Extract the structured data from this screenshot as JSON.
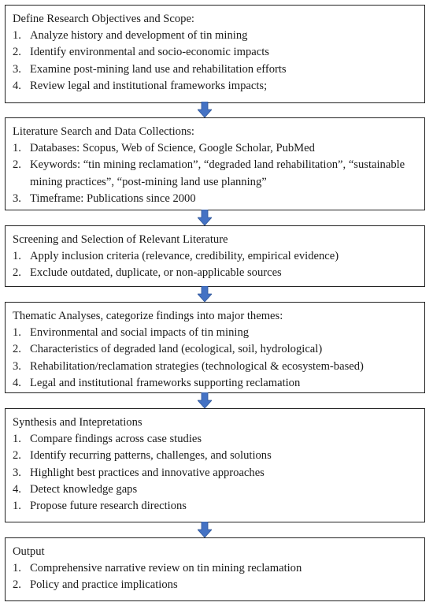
{
  "colors": {
    "arrow": "#4472c4",
    "arrow_outline": "#2f5597",
    "border": "#222222",
    "text": "#1a1a1a"
  },
  "steps": [
    {
      "title": "Define Research Objectives and Scope:",
      "items": [
        {
          "num": "1.",
          "text": "Analyze history and development of tin mining"
        },
        {
          "num": "2.",
          "text": "Identify environmental and socio-economic impacts"
        },
        {
          "num": "3.",
          "text": "Examine post-mining land use and rehabilitation efforts"
        },
        {
          "num": "4.",
          "text": "Review legal and institutional frameworks impacts;"
        }
      ]
    },
    {
      "title": "Literature Search and Data Collections:",
      "items": [
        {
          "num": "1.",
          "text": "Databases: Scopus, Web of Science, Google Scholar, PubMed"
        },
        {
          "num": "2.",
          "text": "Keywords: “tin mining reclamation”, “degraded land rehabilitation”, “sustainable mining practices”, “post-mining land use planning”"
        },
        {
          "num": "3.",
          "text": "Timeframe: Publications since 2000"
        }
      ]
    },
    {
      "title": "Screening and Selection of Relevant Literature",
      "items": [
        {
          "num": "1.",
          "text": "Apply inclusion criteria (relevance, credibility, empirical evidence)"
        },
        {
          "num": "2.",
          "text": "Exclude outdated, duplicate, or non-applicable sources"
        }
      ]
    },
    {
      "title": "Thematic Analyses, categorize findings into major themes:",
      "items": [
        {
          "num": "1.",
          "text": "Environmental and social impacts of tin mining"
        },
        {
          "num": "2.",
          "text": "Characteristics of degraded land (ecological, soil, hydrological)"
        },
        {
          "num": "3.",
          "text": "Rehabilitation/reclamation strategies (technological & ecosystem-based)"
        },
        {
          "num": "4.",
          "text": "Legal and institutional frameworks supporting reclamation"
        }
      ]
    },
    {
      "title": "Synthesis and Intepretations",
      "items": [
        {
          "num": "1.",
          "text": "Compare findings across case studies"
        },
        {
          "num": "2.",
          "text": "Identify recurring patterns, challenges, and solutions"
        },
        {
          "num": "3.",
          "text": "Highlight best practices and innovative approaches"
        },
        {
          "num": "4.",
          "text": "Detect knowledge gaps"
        },
        {
          "num": "1.",
          "text": "Propose future research directions"
        }
      ]
    },
    {
      "title": "Output",
      "items": [
        {
          "num": "1.",
          "text": "Comprehensive narrative review on tin mining reclamation"
        },
        {
          "num": "2.",
          "text": "Policy and practice implications"
        }
      ]
    }
  ]
}
